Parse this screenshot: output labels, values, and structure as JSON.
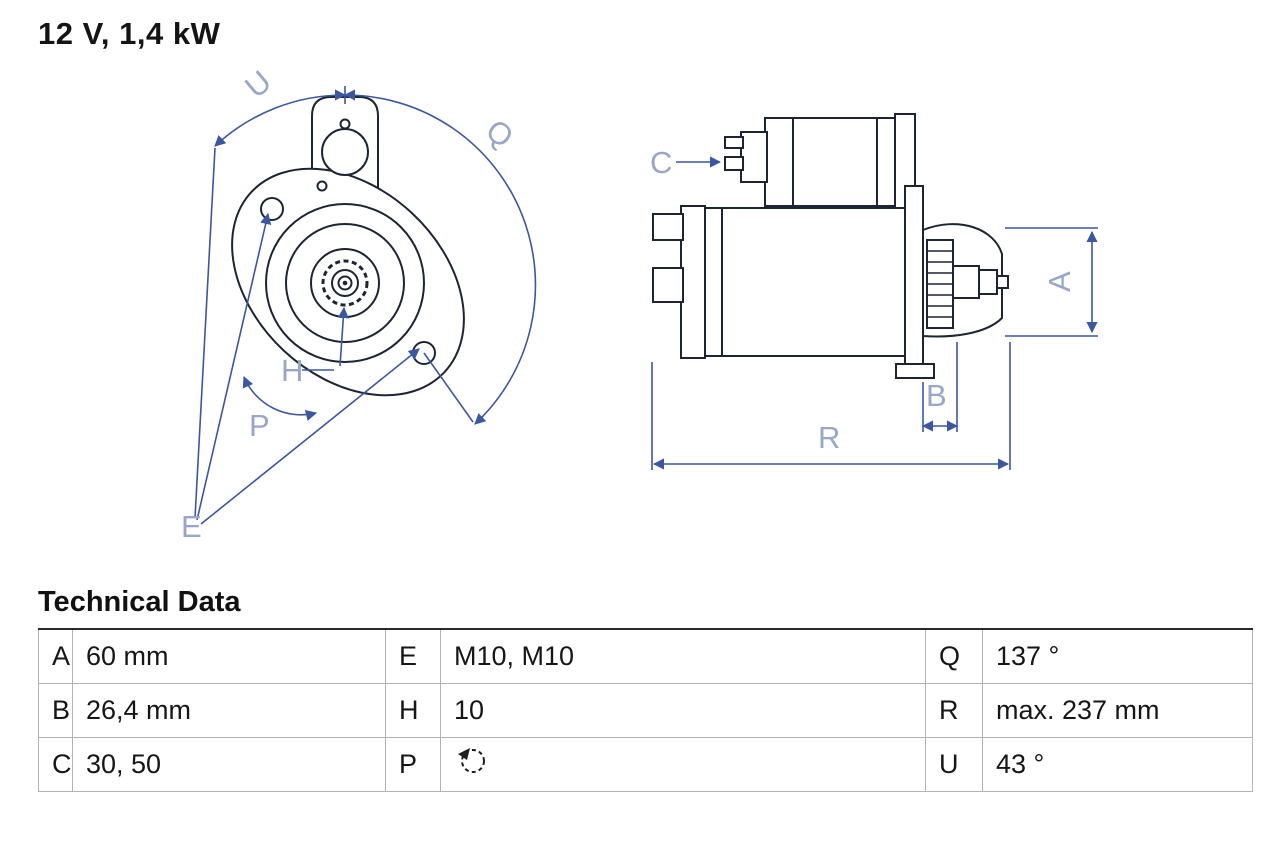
{
  "title": "12 V, 1,4 kW",
  "section": {
    "heading": "Technical Data"
  },
  "specs": {
    "rows": [
      {
        "c1k": "A",
        "c1v": "60 mm",
        "c2k": "E",
        "c2v": "M10, M10",
        "c3k": "Q",
        "c3v": "137 °"
      },
      {
        "c1k": "B",
        "c1v": "26,4 mm",
        "c2k": "H",
        "c2v": "10",
        "c3k": "R",
        "c3v": "max. 237 mm"
      },
      {
        "c1k": "C",
        "c1v": "30, 50",
        "c2k": "P",
        "c2v": "",
        "c3k": "U",
        "c3v": "43 °"
      }
    ],
    "p_icon": "rotation-ccw-icon"
  },
  "diagram": {
    "front_labels": {
      "U": "U",
      "Q": "Q",
      "H": "H",
      "P": "P",
      "E": "E"
    },
    "side_labels": {
      "C": "C",
      "A": "A",
      "B": "B",
      "R": "R"
    },
    "colors": {
      "outline": "#1d2433",
      "dimension": "#3a57a0",
      "label": "#97a6c9"
    }
  }
}
